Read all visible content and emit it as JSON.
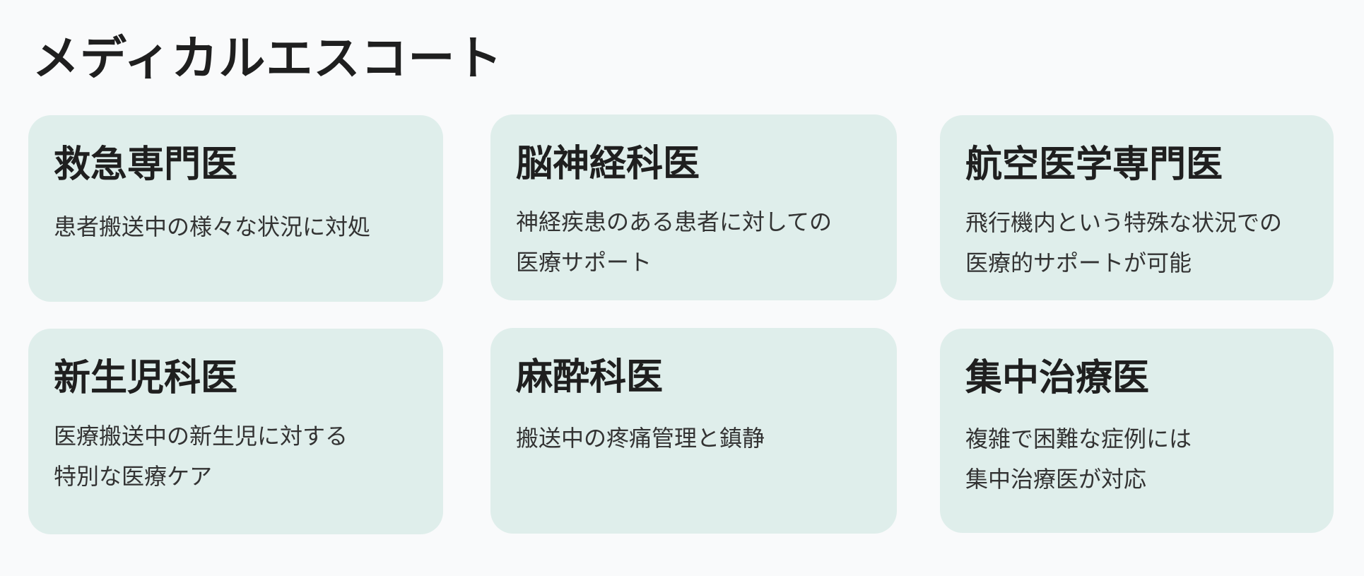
{
  "page_title": "メディカルエスコート",
  "cards": [
    {
      "title": "救急専門医",
      "lines": [
        "患者搬送中の様々な状況に対処"
      ]
    },
    {
      "title": "脳神経科医",
      "lines": [
        "神経疾患のある患者に対しての",
        "医療サポート"
      ]
    },
    {
      "title": "航空医学専門医",
      "lines": [
        "飛行機内という特殊な状況での",
        "医療的サポートが可能"
      ]
    },
    {
      "title": "新生児科医",
      "lines": [
        "医療搬送中の新生児に対する",
        "特別な医療ケア"
      ]
    },
    {
      "title": "麻酔科医",
      "lines": [
        "搬送中の疼痛管理と鎮静"
      ]
    },
    {
      "title": "集中治療医",
      "lines": [
        "複雑で困難な症例には",
        "集中治療医が対応"
      ]
    }
  ],
  "colors": {
    "background": "#f9fafb",
    "card": "#dfeeeb",
    "text": "#1f1f1f"
  }
}
